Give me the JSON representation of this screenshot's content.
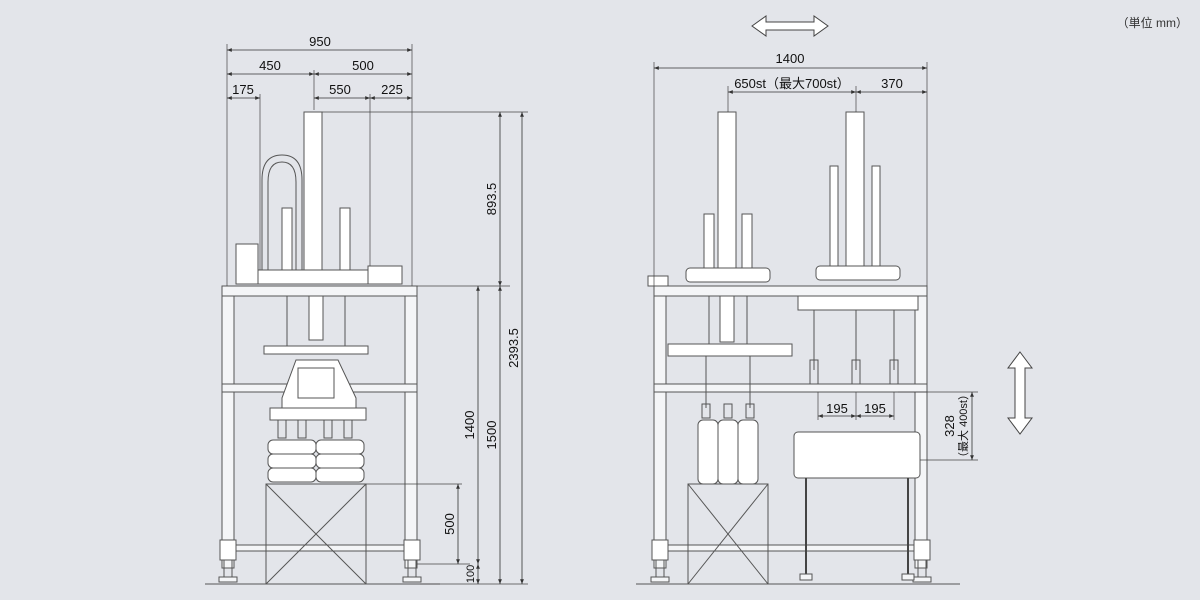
{
  "unit_note": "（単位 mm）",
  "left_view": {
    "dims": {
      "w950": "950",
      "w450": "450",
      "w500": "500",
      "w175": "175",
      "w550": "550",
      "w225": "225",
      "h893_5": "893.5",
      "h2393_5": "2393.5",
      "h1400": "1400",
      "h1500": "1500",
      "h500": "500",
      "h100": "100"
    }
  },
  "right_view": {
    "dims": {
      "w1400": "1400",
      "stroke650": "650st（最大700st）",
      "w370": "370",
      "w195a": "195",
      "w195b": "195",
      "h328": "328",
      "h328_sub": "（最大 400st）"
    }
  },
  "icons": {
    "horizontal_arrow": "double-arrow-horizontal-icon",
    "vertical_arrow": "double-arrow-vertical-icon"
  }
}
